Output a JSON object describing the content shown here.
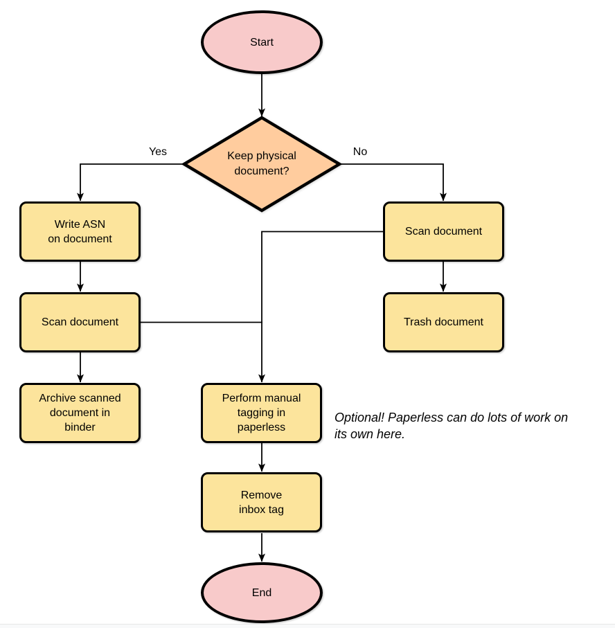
{
  "diagram": {
    "nodes": {
      "start": {
        "label": "Start"
      },
      "decision": {
        "label": "Keep physical\ndocument?"
      },
      "write_asn": {
        "label": "Write ASN\non document"
      },
      "scan_left": {
        "label": "Scan document"
      },
      "archive": {
        "label": "Archive scanned\ndocument in\nbinder"
      },
      "scan_right": {
        "label": "Scan document"
      },
      "trash": {
        "label": "Trash document"
      },
      "tagging": {
        "label": "Perform manual\ntagging in\npaperless"
      },
      "remove_inbox": {
        "label": "Remove\ninbox tag"
      },
      "end": {
        "label": "End"
      }
    },
    "edge_labels": {
      "yes": "Yes",
      "no": "No"
    },
    "note": {
      "text": "Optional! Paperless can do lots of work on\nits own here."
    },
    "colors": {
      "terminator_fill": "#f8caca",
      "decision_fill": "#ffcc9e",
      "process_fill": "#fce49c",
      "stroke": "#000000",
      "background": "#ffffff"
    }
  }
}
